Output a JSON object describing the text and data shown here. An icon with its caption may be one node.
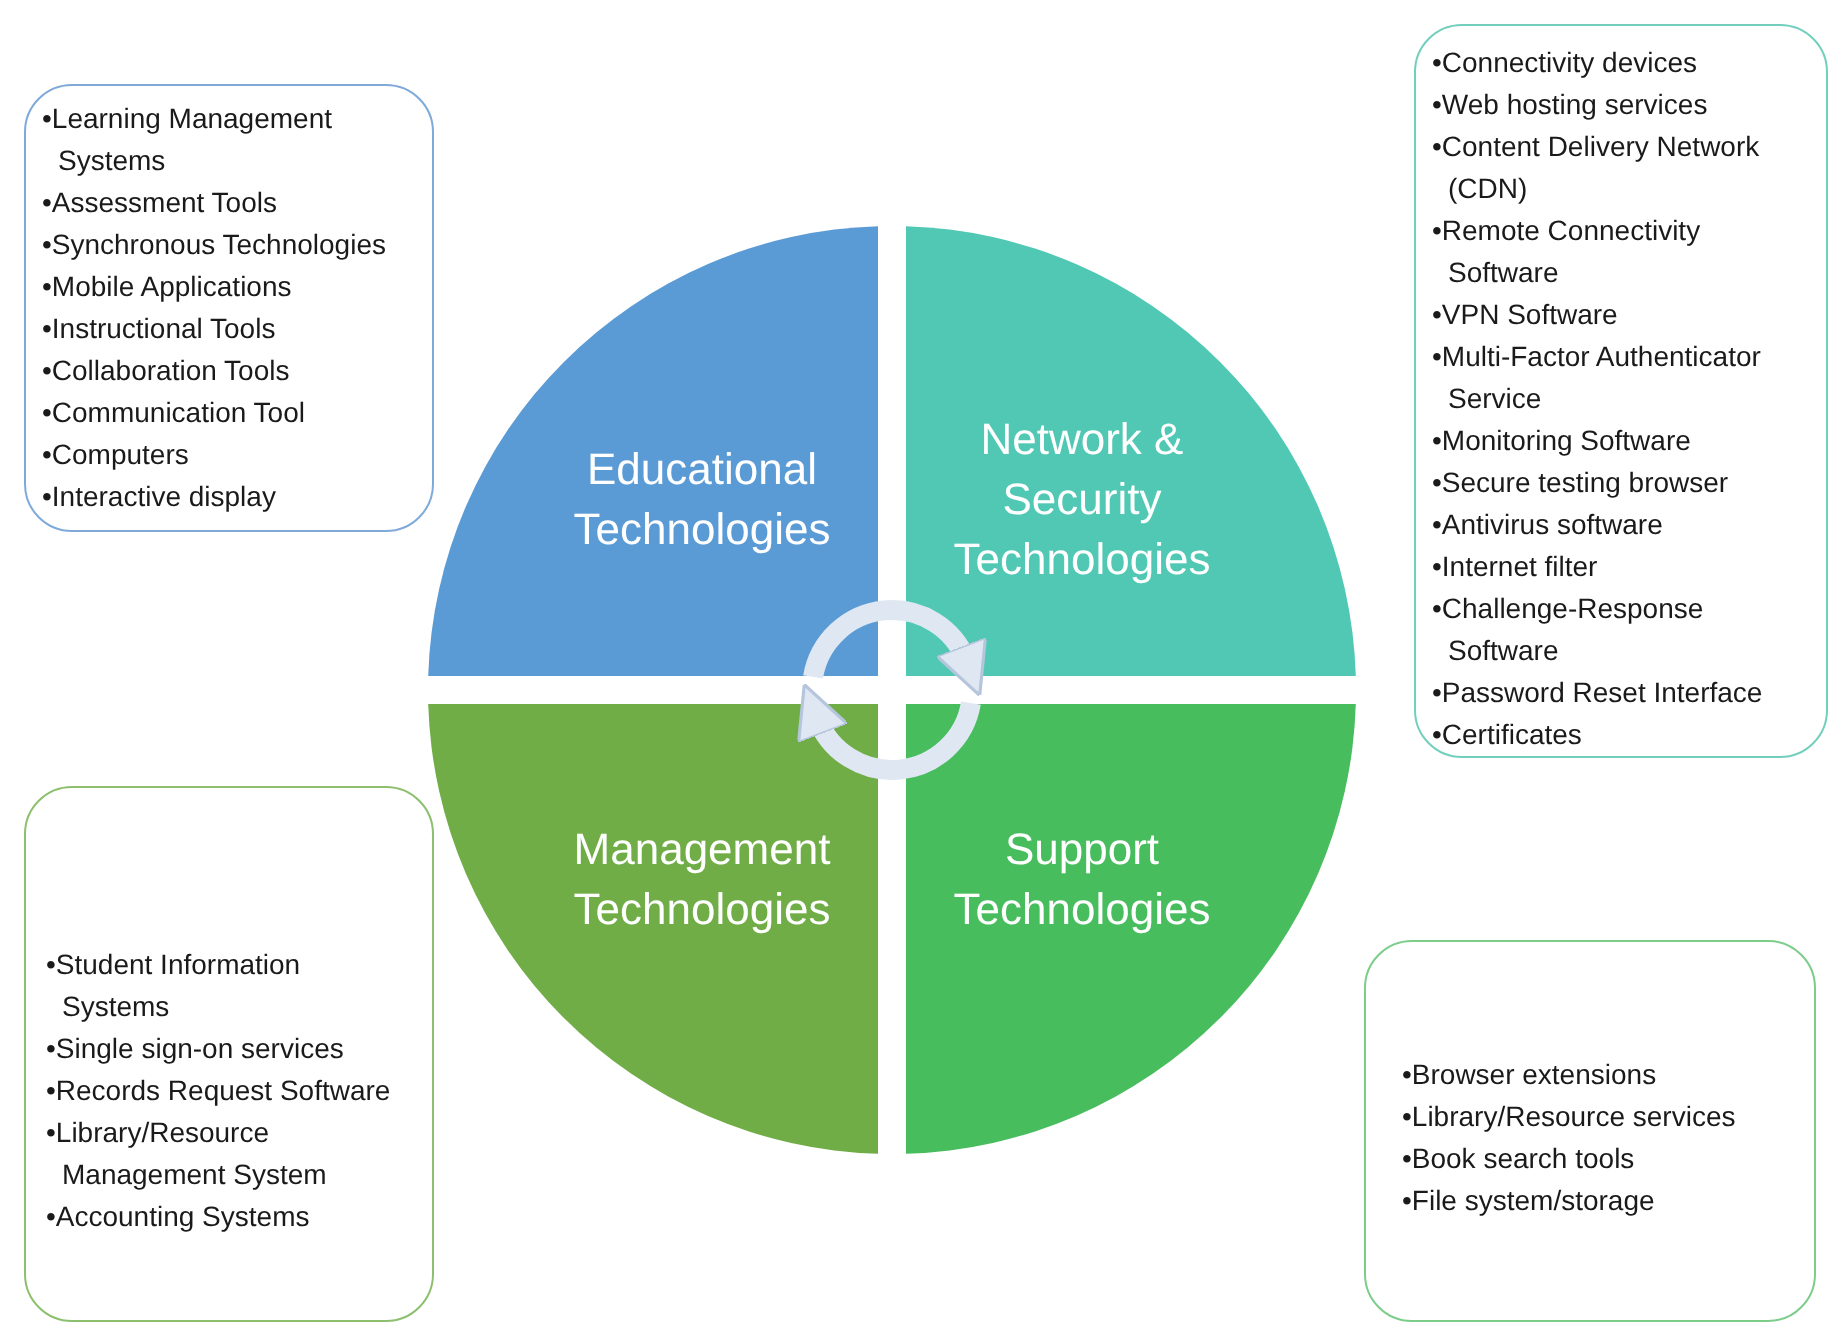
{
  "diagram": {
    "nodes": [
      {
        "text": [
          "•Learning Management Systems",
          "•Assessment Tools",
          "•Synchronous Technologies",
          "•Mobile Applications",
          "•Instructional Tools",
          "•Collaboration Tools",
          "•Communication Tool",
          "•Computers",
          "•Interactive display"
        ]
      },
      {
        "text": [
          "Educational Technologies"
        ]
      },
      {
        "text": [
          "Network & Security Technologies"
        ]
      },
      {
        "text": [
          "•Connectivity devices",
          "•Web hosting services",
          "•Content Delivery Network (CDN)",
          "•Remote Connectivity Software",
          "•VPN Software",
          "•Multi-Factor Authenticator Service",
          "•Monitoring Software",
          "•Secure testing browser",
          "•Antivirus software",
          "•Internet filter",
          "•Challenge-Response Software",
          "•Password Reset Interface",
          "•Certificates"
        ]
      },
      {
        "text": [
          "Management Technologies"
        ]
      },
      {
        "text": [
          "Support Technologies"
        ]
      },
      {
        "text": [
          "•Student Information Systems",
          "•Single sign-on services",
          "•Records Request Software",
          "•Library/Resource Management System",
          "•Accounting Systems"
        ]
      },
      {
        "text": [
          "•Browser extensions",
          "•Library/Resource services",
          "•Book search tools",
          "•File system/storage"
        ]
      }
    ],
    "edges": [
      {
        "from": 1,
        "to": 2,
        "arrow": "to"
      },
      {
        "from": 5,
        "to": 4,
        "arrow": "to"
      }
    ]
  }
}
